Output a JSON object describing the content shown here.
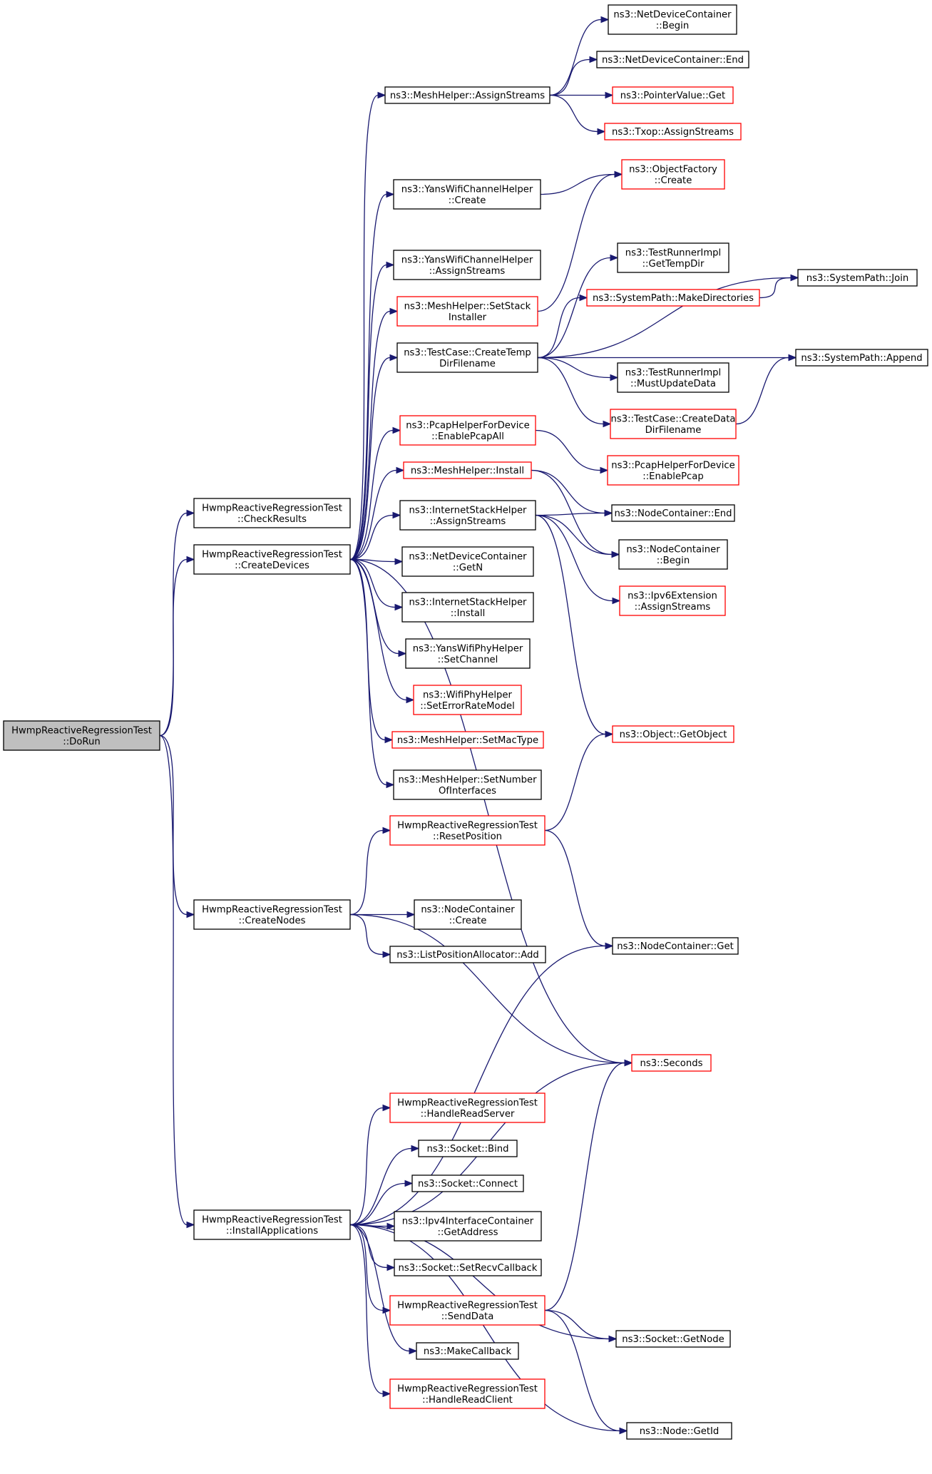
{
  "colors": {
    "edge": "#191970",
    "box_border": "#000000",
    "box_border_incomplete": "#ff0000",
    "root_fill": "#bfbfbf",
    "box_fill": "#ffffff"
  },
  "nodes": [
    {
      "id": "dorun",
      "lines": [
        "HwmpReactiveRegressionTest",
        "::DoRun"
      ],
      "style": "root"
    },
    {
      "id": "checkresults",
      "lines": [
        "HwmpReactiveRegressionTest",
        "::CheckResults"
      ],
      "style": "normal"
    },
    {
      "id": "createdevices",
      "lines": [
        "HwmpReactiveRegressionTest",
        "::CreateDevices"
      ],
      "style": "normal"
    },
    {
      "id": "createnodes",
      "lines": [
        "HwmpReactiveRegressionTest",
        "::CreateNodes"
      ],
      "style": "normal"
    },
    {
      "id": "installapps",
      "lines": [
        "HwmpReactiveRegressionTest",
        "::InstallApplications"
      ],
      "style": "normal"
    },
    {
      "id": "mh_assignstreams",
      "lines": [
        "ns3::MeshHelper::AssignStreams"
      ],
      "style": "normal"
    },
    {
      "id": "ndc_begin",
      "lines": [
        "ns3::NetDeviceContainer",
        "::Begin"
      ],
      "style": "normal"
    },
    {
      "id": "ndc_end",
      "lines": [
        "ns3::NetDeviceContainer::End"
      ],
      "style": "normal"
    },
    {
      "id": "pv_get",
      "lines": [
        "ns3::PointerValue::Get"
      ],
      "style": "incomplete"
    },
    {
      "id": "txop_as",
      "lines": [
        "ns3::Txop::AssignStreams"
      ],
      "style": "incomplete"
    },
    {
      "id": "ywch_create",
      "lines": [
        "ns3::YansWifiChannelHelper",
        "::Create"
      ],
      "style": "normal"
    },
    {
      "id": "of_create",
      "lines": [
        "ns3::ObjectFactory",
        "::Create"
      ],
      "style": "incomplete"
    },
    {
      "id": "ywch_as",
      "lines": [
        "ns3::YansWifiChannelHelper",
        "::AssignStreams"
      ],
      "style": "normal"
    },
    {
      "id": "tri_gettempdir",
      "lines": [
        "ns3::TestRunnerImpl",
        "::GetTempDir"
      ],
      "style": "normal"
    },
    {
      "id": "sp_join",
      "lines": [
        "ns3::SystemPath::Join"
      ],
      "style": "normal"
    },
    {
      "id": "mh_setstack",
      "lines": [
        "ns3::MeshHelper::SetStack",
        "Installer"
      ],
      "style": "incomplete"
    },
    {
      "id": "sp_makedirs",
      "lines": [
        "ns3::SystemPath::MakeDirectories"
      ],
      "style": "incomplete"
    },
    {
      "id": "tc_createtemp",
      "lines": [
        "ns3::TestCase::CreateTemp",
        "DirFilename"
      ],
      "style": "normal"
    },
    {
      "id": "sp_append",
      "lines": [
        "ns3::SystemPath::Append"
      ],
      "style": "normal"
    },
    {
      "id": "tri_mustupdate",
      "lines": [
        "ns3::TestRunnerImpl",
        "::MustUpdateData"
      ],
      "style": "normal"
    },
    {
      "id": "tc_createdata",
      "lines": [
        "ns3::TestCase::CreateData",
        "DirFilename"
      ],
      "style": "incomplete"
    },
    {
      "id": "phfd_enableall",
      "lines": [
        "ns3::PcapHelperForDevice",
        "::EnablePcapAll"
      ],
      "style": "incomplete"
    },
    {
      "id": "phfd_enable",
      "lines": [
        "ns3::PcapHelperForDevice",
        "::EnablePcap"
      ],
      "style": "incomplete"
    },
    {
      "id": "mh_install",
      "lines": [
        "ns3::MeshHelper::Install"
      ],
      "style": "incomplete"
    },
    {
      "id": "ish_as",
      "lines": [
        "ns3::InternetStackHelper",
        "::AssignStreams"
      ],
      "style": "normal"
    },
    {
      "id": "nc_end",
      "lines": [
        "ns3::NodeContainer::End"
      ],
      "style": "normal"
    },
    {
      "id": "nc_begin",
      "lines": [
        "ns3::NodeContainer",
        "::Begin"
      ],
      "style": "normal"
    },
    {
      "id": "ndc_getn",
      "lines": [
        "ns3::NetDeviceContainer",
        "::GetN"
      ],
      "style": "normal"
    },
    {
      "id": "ipv6ext_as",
      "lines": [
        "ns3::Ipv6Extension",
        "::AssignStreams"
      ],
      "style": "incomplete"
    },
    {
      "id": "ish_install",
      "lines": [
        "ns3::InternetStackHelper",
        "::Install"
      ],
      "style": "normal"
    },
    {
      "id": "ywph_setchannel",
      "lines": [
        "ns3::YansWifiPhyHelper",
        "::SetChannel"
      ],
      "style": "normal"
    },
    {
      "id": "wph_seterm",
      "lines": [
        "ns3::WifiPhyHelper",
        "::SetErrorRateModel"
      ],
      "style": "incomplete"
    },
    {
      "id": "obj_getobject",
      "lines": [
        "ns3::Object::GetObject"
      ],
      "style": "incomplete"
    },
    {
      "id": "mh_setmactype",
      "lines": [
        "ns3::MeshHelper::SetMacType"
      ],
      "style": "incomplete"
    },
    {
      "id": "mh_setnumif",
      "lines": [
        "ns3::MeshHelper::SetNumber",
        "OfInterfaces"
      ],
      "style": "normal"
    },
    {
      "id": "resetpos",
      "lines": [
        "HwmpReactiveRegressionTest",
        "::ResetPosition"
      ],
      "style": "incomplete"
    },
    {
      "id": "nc_create",
      "lines": [
        "ns3::NodeContainer",
        "::Create"
      ],
      "style": "normal"
    },
    {
      "id": "nc_get",
      "lines": [
        "ns3::NodeContainer::Get"
      ],
      "style": "normal"
    },
    {
      "id": "lpa_add",
      "lines": [
        "ns3::ListPositionAllocator::Add"
      ],
      "style": "normal"
    },
    {
      "id": "seconds",
      "lines": [
        "ns3::Seconds"
      ],
      "style": "incomplete"
    },
    {
      "id": "handleread_server",
      "lines": [
        "HwmpReactiveRegressionTest",
        "::HandleReadServer"
      ],
      "style": "incomplete"
    },
    {
      "id": "sock_bind",
      "lines": [
        "ns3::Socket::Bind"
      ],
      "style": "normal"
    },
    {
      "id": "sock_connect",
      "lines": [
        "ns3::Socket::Connect"
      ],
      "style": "normal"
    },
    {
      "id": "ipv4ic_getaddr",
      "lines": [
        "ns3::Ipv4InterfaceContainer",
        "::GetAddress"
      ],
      "style": "normal"
    },
    {
      "id": "sock_setrecv",
      "lines": [
        "ns3::Socket::SetRecvCallback"
      ],
      "style": "normal"
    },
    {
      "id": "senddata",
      "lines": [
        "HwmpReactiveRegressionTest",
        "::SendData"
      ],
      "style": "incomplete"
    },
    {
      "id": "sock_getnode",
      "lines": [
        "ns3::Socket::GetNode"
      ],
      "style": "normal"
    },
    {
      "id": "makecallback",
      "lines": [
        "ns3::MakeCallback"
      ],
      "style": "normal"
    },
    {
      "id": "handleread_client",
      "lines": [
        "HwmpReactiveRegressionTest",
        "::HandleReadClient"
      ],
      "style": "incomplete"
    },
    {
      "id": "node_getid",
      "lines": [
        "ns3::Node::GetId"
      ],
      "style": "normal"
    }
  ],
  "edges": [
    [
      "dorun",
      "checkresults"
    ],
    [
      "dorun",
      "createdevices"
    ],
    [
      "dorun",
      "createnodes"
    ],
    [
      "dorun",
      "installapps"
    ],
    [
      "createdevices",
      "mh_assignstreams"
    ],
    [
      "createdevices",
      "ywch_create"
    ],
    [
      "createdevices",
      "ywch_as"
    ],
    [
      "createdevices",
      "mh_setstack"
    ],
    [
      "createdevices",
      "tc_createtemp"
    ],
    [
      "createdevices",
      "phfd_enableall"
    ],
    [
      "createdevices",
      "mh_install"
    ],
    [
      "createdevices",
      "ish_as"
    ],
    [
      "createdevices",
      "ndc_getn"
    ],
    [
      "createdevices",
      "ish_install"
    ],
    [
      "createdevices",
      "ywph_setchannel"
    ],
    [
      "createdevices",
      "wph_seterm"
    ],
    [
      "createdevices",
      "mh_setmactype"
    ],
    [
      "createdevices",
      "mh_setnumif"
    ],
    [
      "createdevices",
      "seconds"
    ],
    [
      "mh_assignstreams",
      "ndc_begin"
    ],
    [
      "mh_assignstreams",
      "ndc_end"
    ],
    [
      "mh_assignstreams",
      "pv_get"
    ],
    [
      "mh_assignstreams",
      "txop_as"
    ],
    [
      "ywch_create",
      "of_create"
    ],
    [
      "mh_setstack",
      "of_create"
    ],
    [
      "tc_createtemp",
      "tri_gettempdir"
    ],
    [
      "tc_createtemp",
      "sp_join"
    ],
    [
      "tc_createtemp",
      "sp_makedirs"
    ],
    [
      "tc_createtemp",
      "sp_append"
    ],
    [
      "tc_createtemp",
      "tri_mustupdate"
    ],
    [
      "tc_createtemp",
      "tc_createdata"
    ],
    [
      "sp_makedirs",
      "sp_join"
    ],
    [
      "tc_createdata",
      "sp_append"
    ],
    [
      "phfd_enableall",
      "phfd_enable"
    ],
    [
      "mh_install",
      "nc_end"
    ],
    [
      "mh_install",
      "nc_begin"
    ],
    [
      "ish_as",
      "nc_end"
    ],
    [
      "ish_as",
      "nc_begin"
    ],
    [
      "ish_as",
      "ipv6ext_as"
    ],
    [
      "ish_as",
      "obj_getobject"
    ],
    [
      "resetpos",
      "obj_getobject"
    ],
    [
      "resetpos",
      "nc_get"
    ],
    [
      "createnodes",
      "resetpos"
    ],
    [
      "createnodes",
      "nc_create"
    ],
    [
      "createnodes",
      "lpa_add"
    ],
    [
      "createnodes",
      "seconds"
    ],
    [
      "installapps",
      "nc_get"
    ],
    [
      "installapps",
      "seconds"
    ],
    [
      "installapps",
      "handleread_server"
    ],
    [
      "installapps",
      "sock_bind"
    ],
    [
      "installapps",
      "sock_connect"
    ],
    [
      "installapps",
      "ipv4ic_getaddr"
    ],
    [
      "installapps",
      "sock_setrecv"
    ],
    [
      "installapps",
      "senddata"
    ],
    [
      "installapps",
      "makecallback"
    ],
    [
      "installapps",
      "handleread_client"
    ],
    [
      "installapps",
      "sock_getnode"
    ],
    [
      "installapps",
      "node_getid"
    ],
    [
      "senddata",
      "seconds"
    ],
    [
      "senddata",
      "sock_getnode"
    ],
    [
      "senddata",
      "node_getid"
    ]
  ]
}
